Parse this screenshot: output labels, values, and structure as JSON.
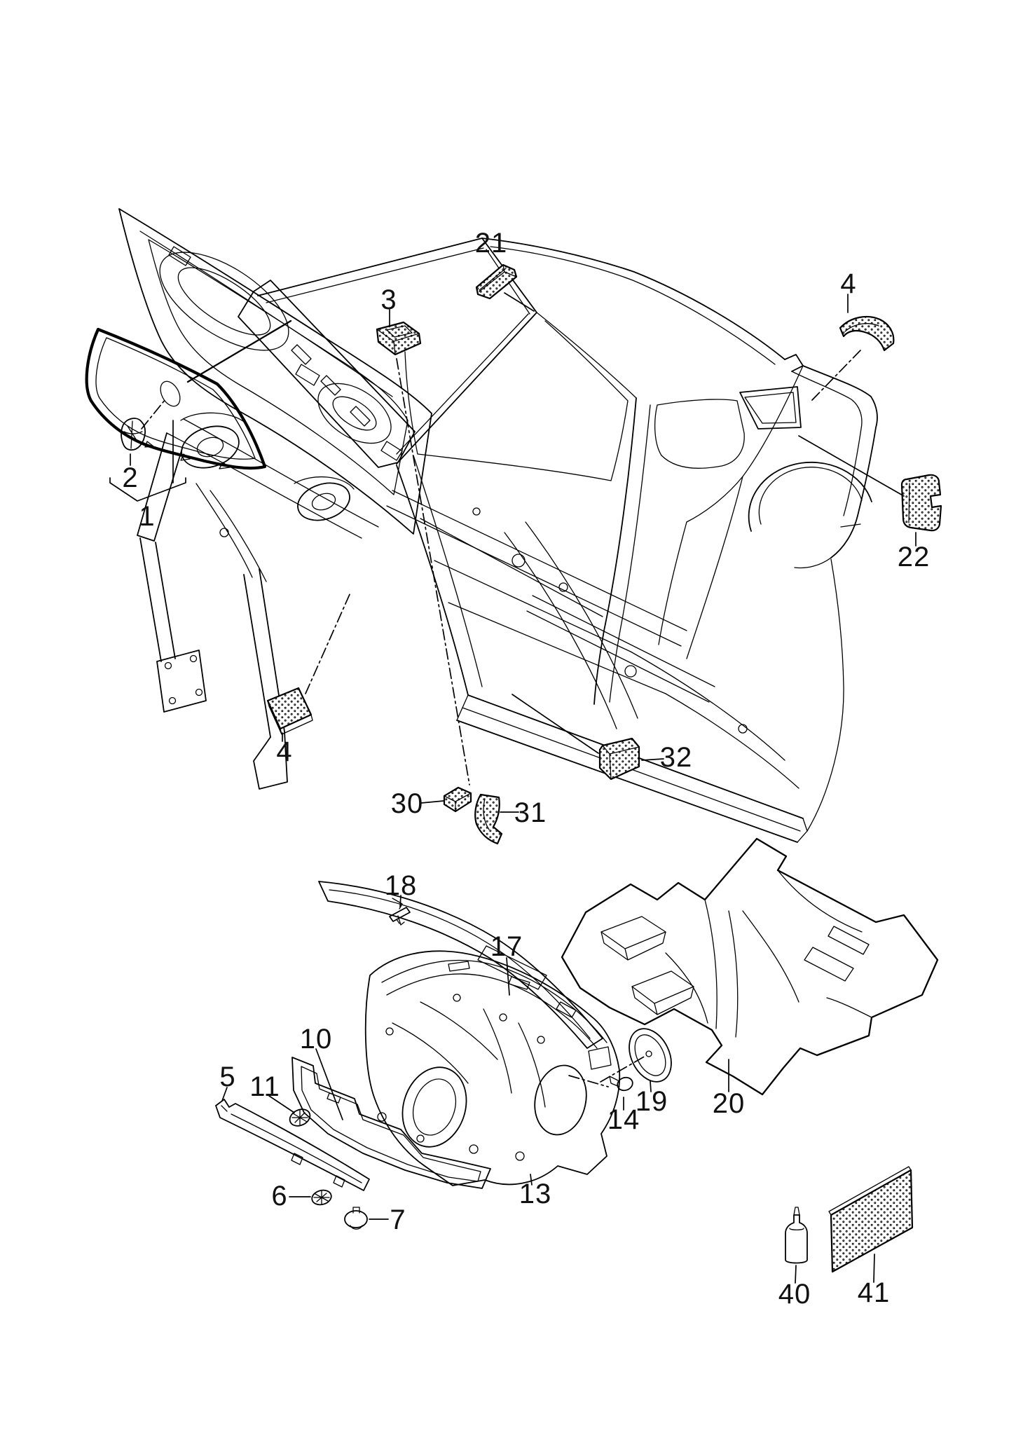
{
  "diagram": {
    "kind": "vehicle-parts-exploded-view",
    "subject": "body sound insulation / damping parts",
    "background_color": "#ffffff",
    "line_color": "#000000",
    "callouts": [
      {
        "id": "hood-insulation-group",
        "number": "1"
      },
      {
        "id": "retainer-clip",
        "number": "2"
      },
      {
        "id": "foam-block-a-pillar",
        "number": "3"
      },
      {
        "id": "damping-pad-front-rail",
        "number": "4"
      },
      {
        "id": "damping-strip-rear-pillar",
        "number": "4"
      },
      {
        "id": "sill-insulation-strip",
        "number": "5"
      },
      {
        "id": "grommet-front",
        "number": "6"
      },
      {
        "id": "push-plug",
        "number": "7"
      },
      {
        "id": "dash-outer-insulation-panel",
        "number": "10"
      },
      {
        "id": "grommet-small",
        "number": "11"
      },
      {
        "id": "dash-inner-insulation",
        "number": "13"
      },
      {
        "id": "retainer-pin",
        "number": "14"
      },
      {
        "id": "cowl-insulation-strip",
        "number": "17"
      },
      {
        "id": "cowl-clip",
        "number": "18"
      },
      {
        "id": "cover-pad-oval",
        "number": "19"
      },
      {
        "id": "floor-carpet",
        "number": "20"
      },
      {
        "id": "foam-bar-roof-header",
        "number": "21"
      },
      {
        "id": "damping-pad-rear-quarter",
        "number": "22"
      },
      {
        "id": "foam-cube-cowl-side",
        "number": "30"
      },
      {
        "id": "foam-wedge-cowl-side",
        "number": "31"
      },
      {
        "id": "foam-block-sill",
        "number": "32"
      },
      {
        "id": "adhesive-bottle",
        "number": "40"
      },
      {
        "id": "sound-absorber-sheet",
        "number": "41"
      }
    ]
  }
}
